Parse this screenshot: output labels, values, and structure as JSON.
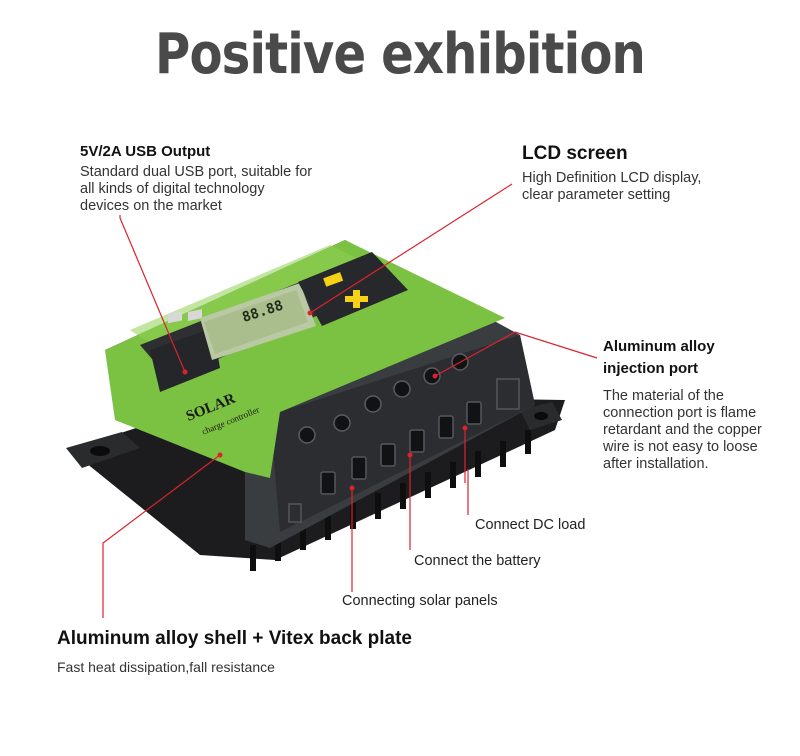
{
  "headline": "Positive exhibition",
  "usb_output": {
    "title": "5V/2A USB Output",
    "description": "Standard dual USB port, suitable for\nall kinds of digital technology\ndevices on the market"
  },
  "lcd_screen": {
    "title": "LCD screen",
    "description": "High Definition LCD display,\nclear parameter setting"
  },
  "injection_port": {
    "title": "Aluminum alloy\ninjection port",
    "description": "The material of the\nconnection port is flame\nretardant and the copper\nwire is not easy to loose\nafter installation."
  },
  "terminals": {
    "dc_load": "Connect DC load",
    "battery": "Connect the battery",
    "solar": "Connecting solar panels"
  },
  "shell": {
    "title": "Aluminum alloy shell + Vitex back plate",
    "description": "Fast heat dissipation,fall resistance"
  },
  "device": {
    "brand": "SOLAR",
    "subtitle": "charge controller",
    "lcd_digits": "88.88"
  },
  "colors": {
    "accent_green": "#7cc242",
    "body_dark": "#3a3d40",
    "leader_line": "#d9232e",
    "button_yellow": "#f5d217"
  }
}
